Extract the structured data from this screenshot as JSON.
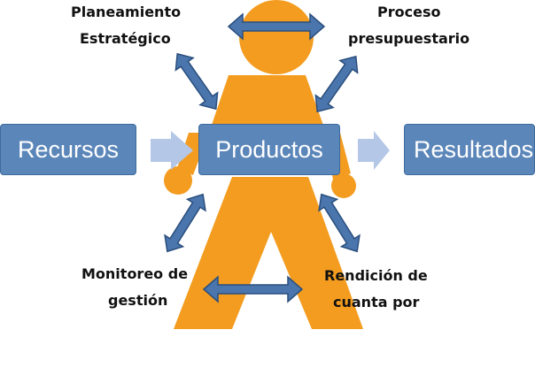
{
  "colors": {
    "figure": "#f39c1f",
    "box_fill": "#5b86b9",
    "flow_arrow": "#b4c7e7",
    "double_arrow_fill": "#4a76ad",
    "double_arrow_stroke": "#2a4e7d"
  },
  "boxes": {
    "recursos": "Recursos",
    "productos": "Productos",
    "resultados": "Resultados"
  },
  "labels": {
    "planeamiento_line1": "Planeamiento",
    "planeamiento_line2": "Estratégico",
    "proceso_line1": "Proceso",
    "proceso_line2": "presupuestario",
    "monitoreo_line1": "Monitoreo de",
    "monitoreo_line2": "gestión",
    "rendicion_line1": "Rendición de",
    "rendicion_line2": "cuanta por"
  }
}
